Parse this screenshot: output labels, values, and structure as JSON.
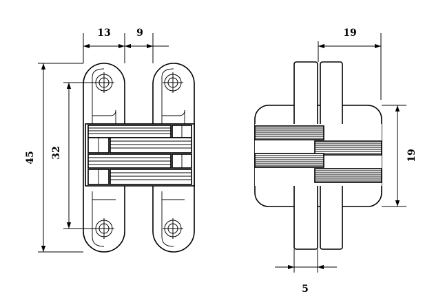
{
  "dimensions": {
    "front_width_left": "13",
    "front_width_gap": "9",
    "front_height_total": "45",
    "front_height_inner": "32",
    "side_width": "19",
    "side_height": "19",
    "side_thickness": "5"
  },
  "colors": {
    "line": "#000000",
    "background": "#ffffff"
  }
}
